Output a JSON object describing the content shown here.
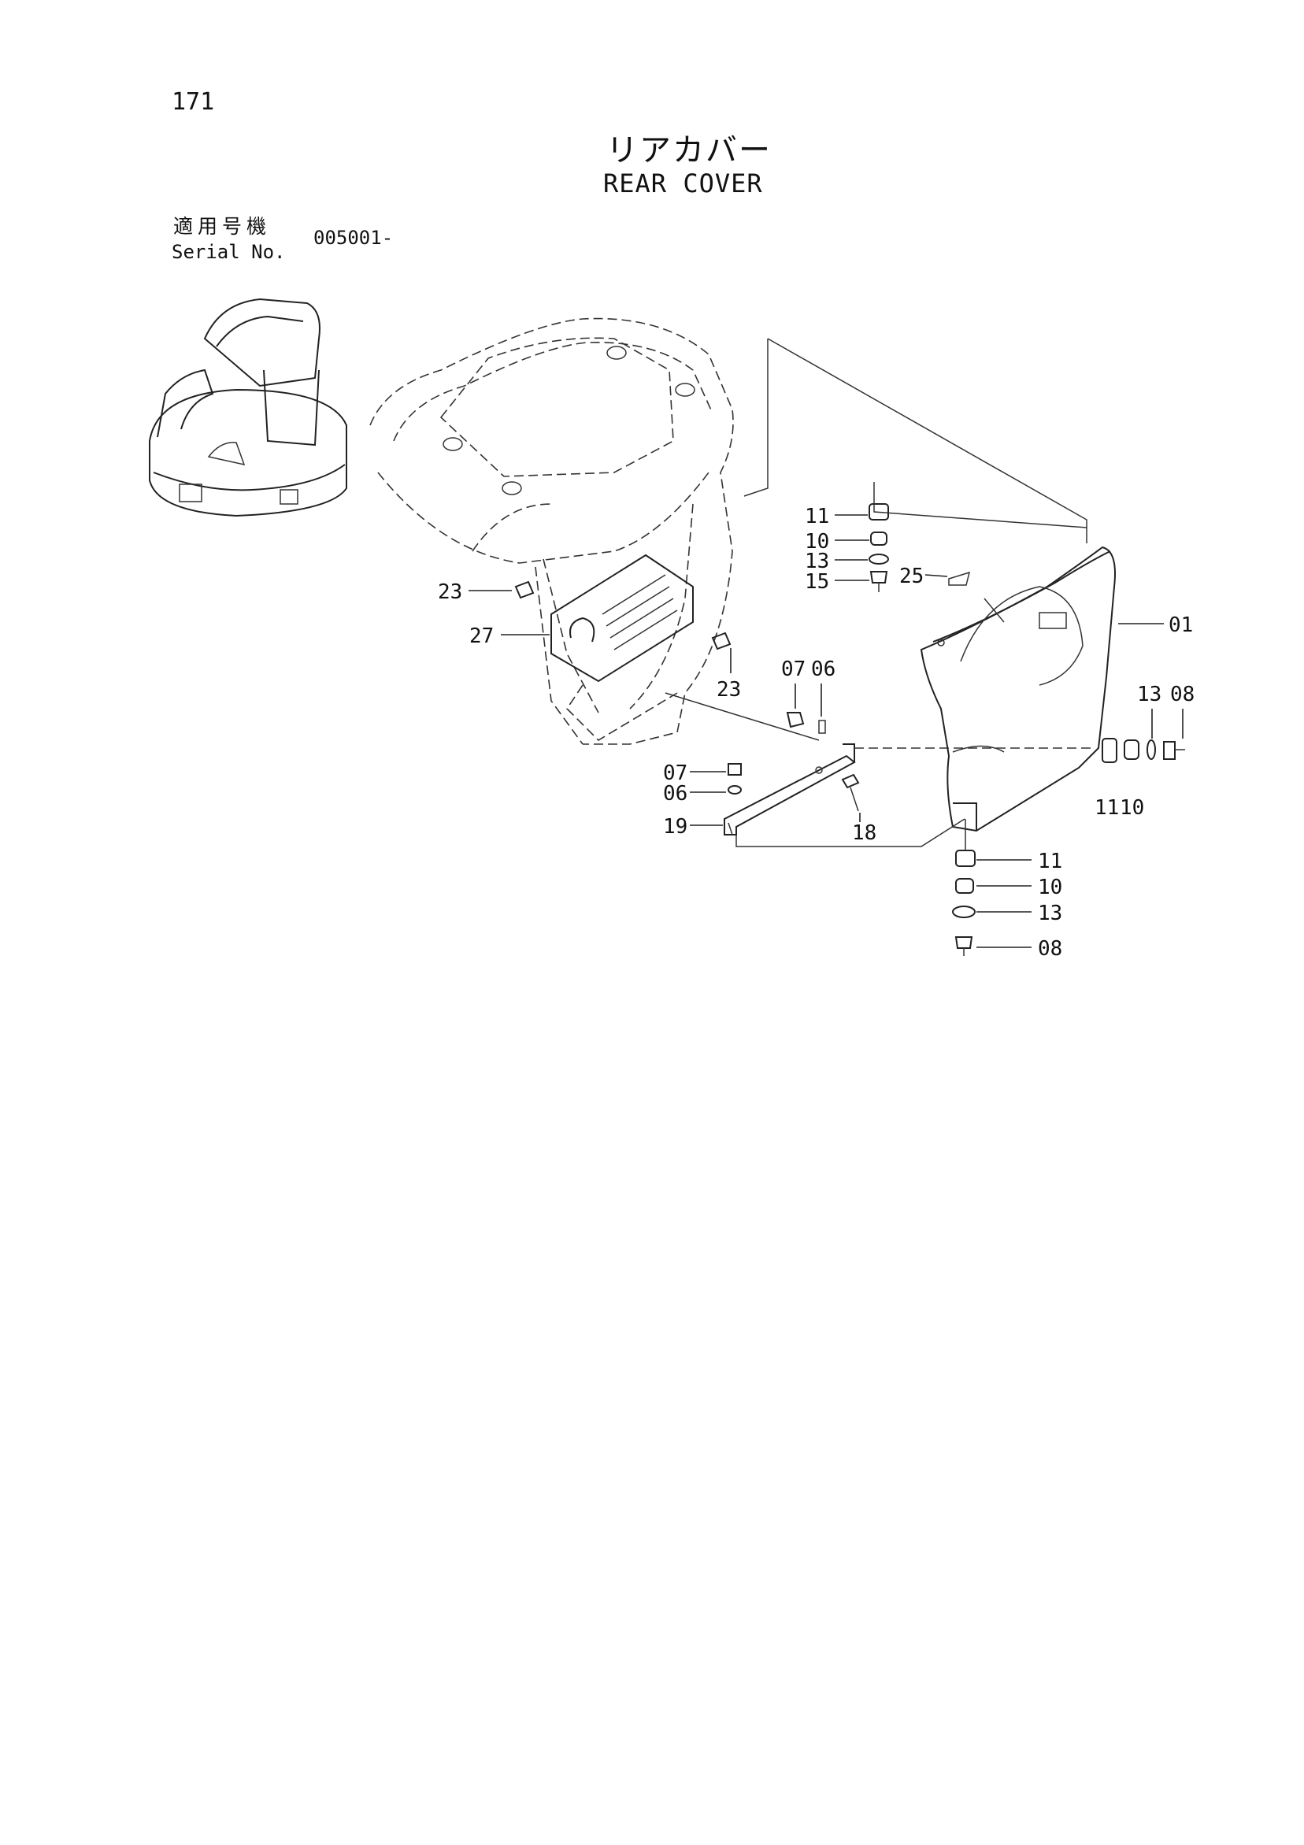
{
  "page_number": "171",
  "title_jp": "リアカバー",
  "title_en": "REAR COVER",
  "serial": {
    "label_jp": "適用号機",
    "label_en": "Serial No.",
    "value": "005001-"
  },
  "callouts": [
    {
      "id": "c-11-top",
      "label": "11"
    },
    {
      "id": "c-10-top",
      "label": "10"
    },
    {
      "id": "c-13-top",
      "label": "13"
    },
    {
      "id": "c-15",
      "label": "15"
    },
    {
      "id": "c-25",
      "label": "25"
    },
    {
      "id": "c-01",
      "label": "01"
    },
    {
      "id": "c-23-a",
      "label": "23"
    },
    {
      "id": "c-27",
      "label": "27"
    },
    {
      "id": "c-23-b",
      "label": "23"
    },
    {
      "id": "c-07-a",
      "label": "07"
    },
    {
      "id": "c-06-a",
      "label": "06"
    },
    {
      "id": "c-13-right",
      "label": "13"
    },
    {
      "id": "c-08-right",
      "label": "08"
    },
    {
      "id": "c-07-b",
      "label": "07"
    },
    {
      "id": "c-06-b",
      "label": "06"
    },
    {
      "id": "c-19",
      "label": "19"
    },
    {
      "id": "c-18",
      "label": "18"
    },
    {
      "id": "c-11-right",
      "label": "11"
    },
    {
      "id": "c-10-right",
      "label": "10"
    },
    {
      "id": "c-11-bottom",
      "label": "11"
    },
    {
      "id": "c-10-bottom",
      "label": "10"
    },
    {
      "id": "c-13-bottom",
      "label": "13"
    },
    {
      "id": "c-08-bottom",
      "label": "08"
    }
  ]
}
